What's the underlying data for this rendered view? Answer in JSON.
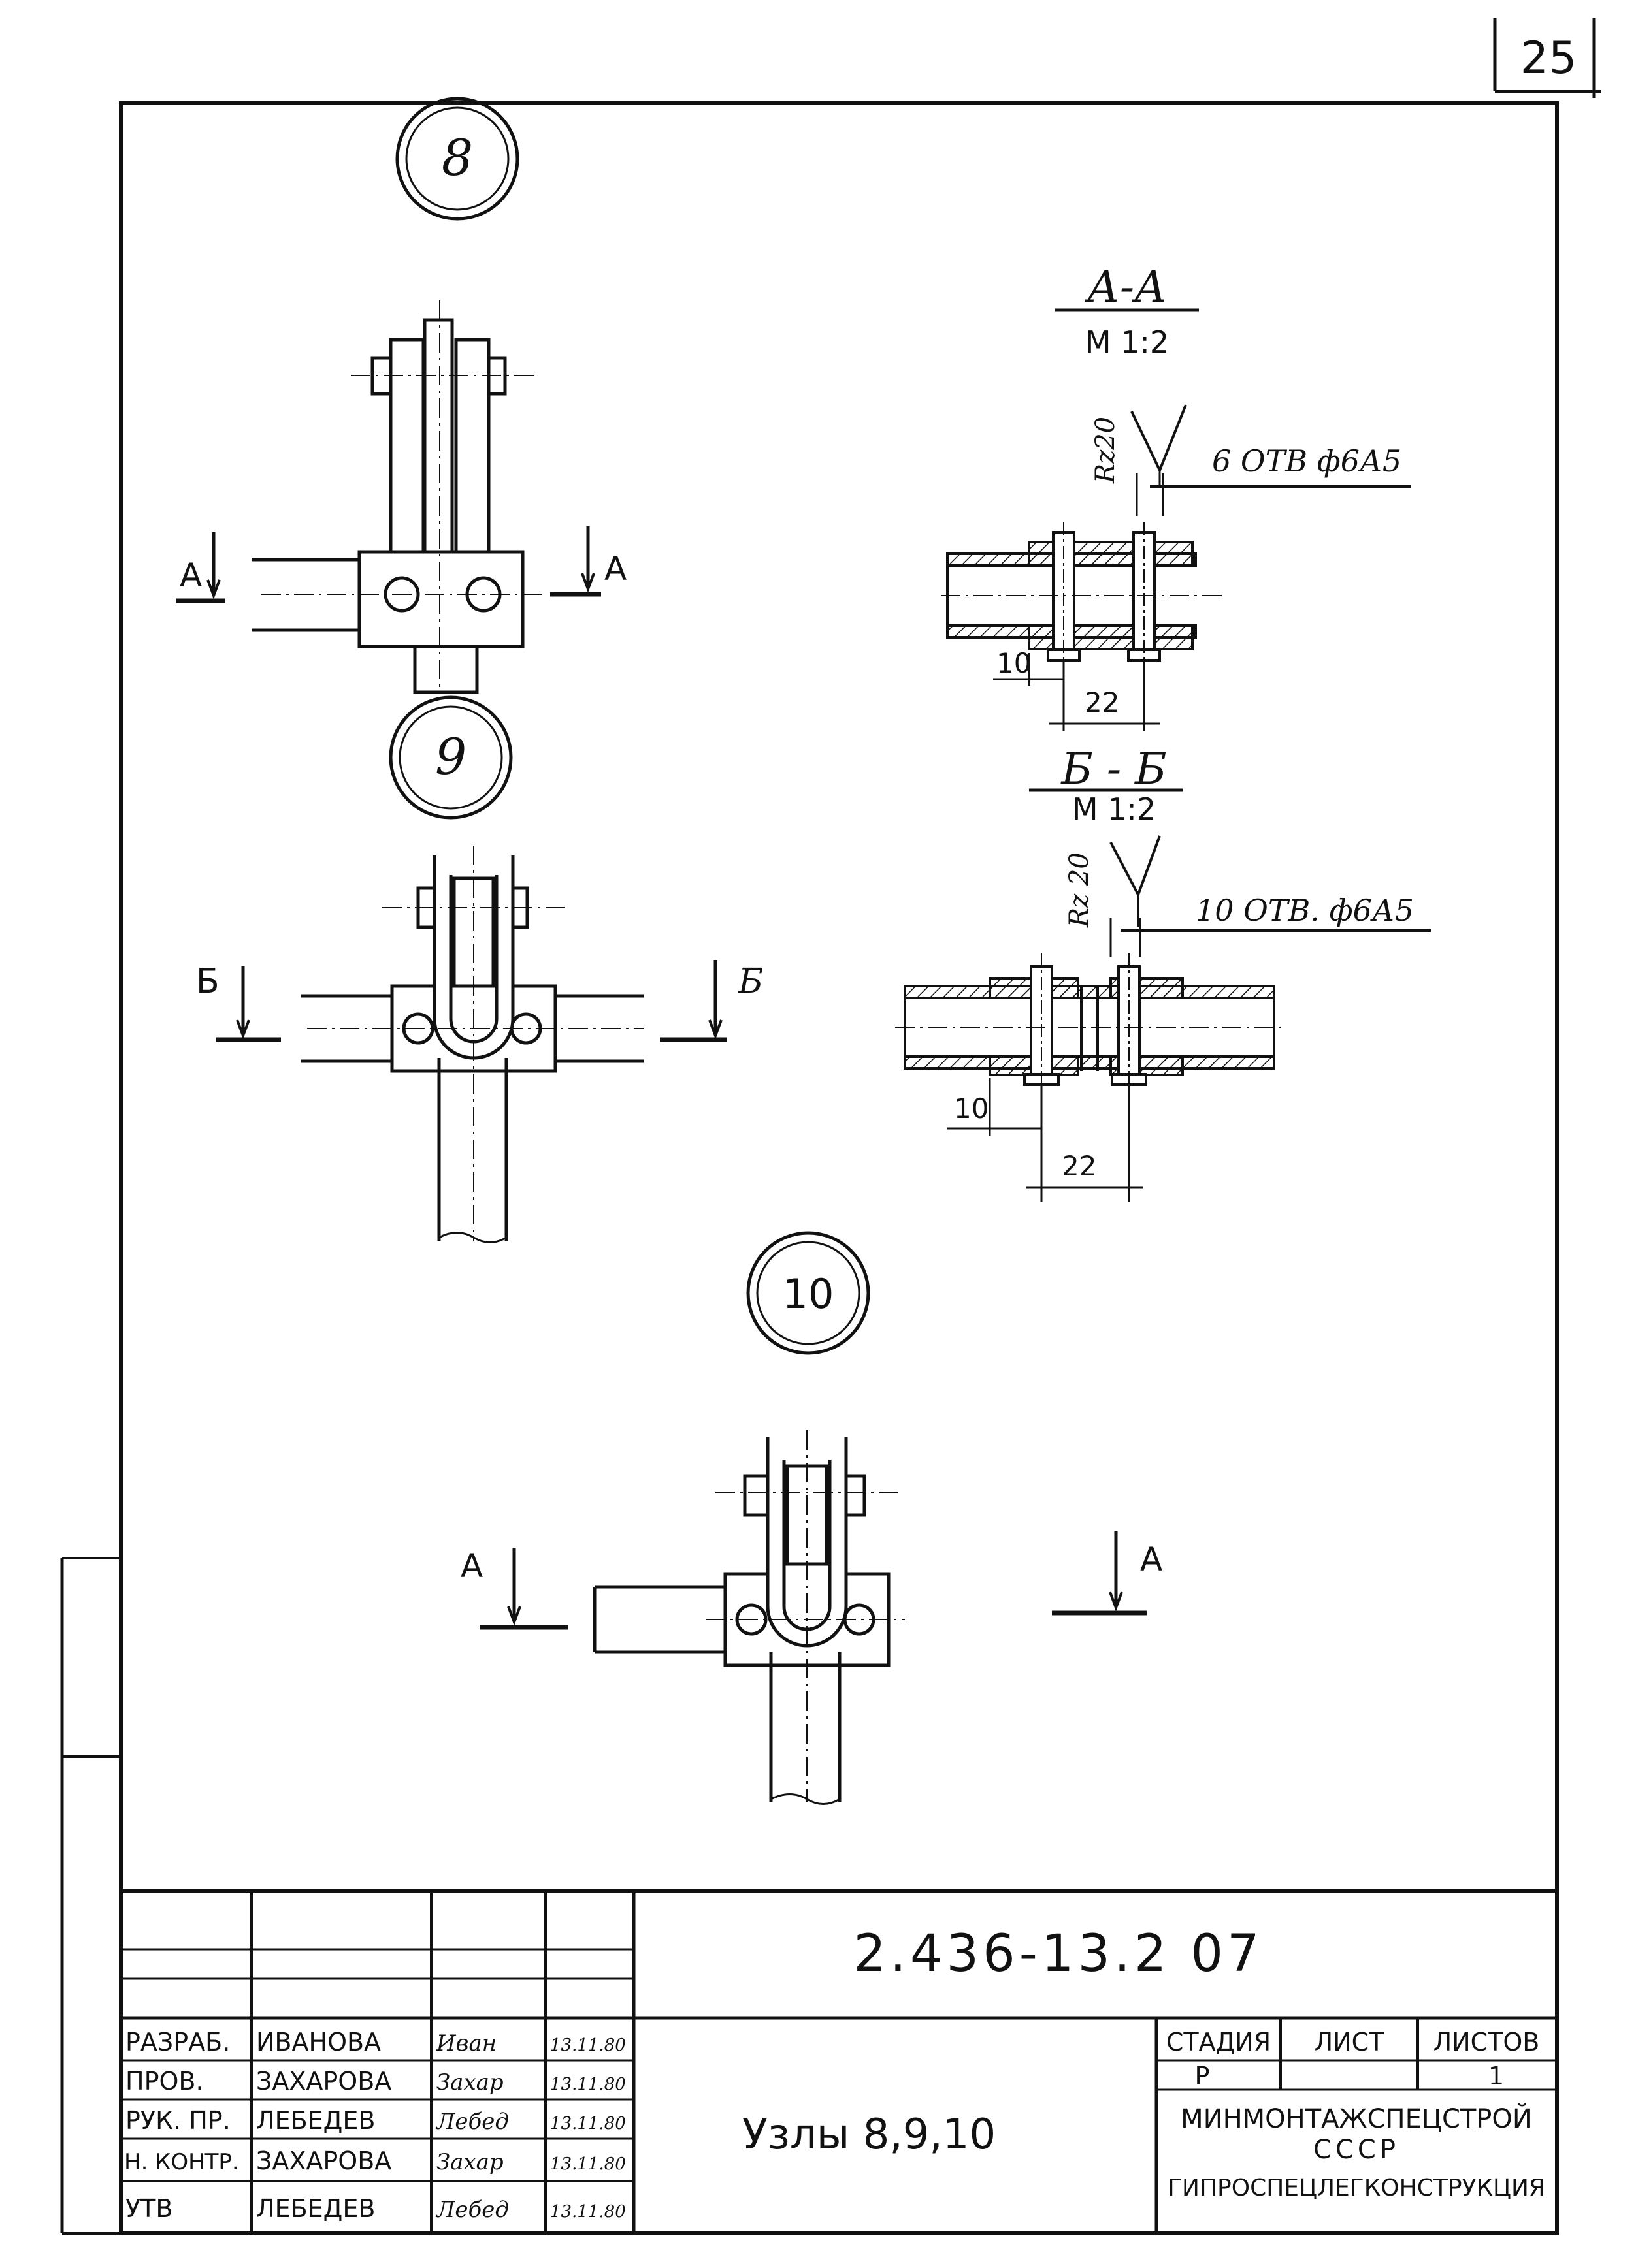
{
  "sheet_number": "25",
  "callouts": {
    "node8": "8",
    "node9": "9",
    "node10": "10"
  },
  "section_marks": {
    "a": "А",
    "b": "Б"
  },
  "section_aa": {
    "title": "А-А",
    "scale": "М 1:2",
    "roughness": "Rz20",
    "holes": "6 ОТВ ф6А5",
    "dim1": "10",
    "dim2": "22"
  },
  "section_bb": {
    "title": "Б - Б",
    "scale": "М 1:2",
    "roughness": "Rz 20",
    "holes": "10 ОТВ. ф6А5",
    "dim1": "10",
    "dim2": "22"
  },
  "title_block": {
    "document_code": "2.436-13.2 07",
    "title": "Узлы 8,9,10",
    "headers": {
      "stage": "СТАДИЯ",
      "sheet": "ЛИСТ",
      "sheets": "ЛИСТОВ"
    },
    "stage_value": "Р",
    "sheets_value": "1",
    "org_line1": "МИНМОНТАЖСПЕЦСТРОЙ",
    "org_line2": "СССР",
    "org_line3": "ГИПРОСПЕЦЛЕГКОНСТРУКЦИЯ",
    "rows": [
      {
        "role": "РАЗРАБ.",
        "name": "ИВАНОВА",
        "signature": "Иван",
        "date": "13.11.80"
      },
      {
        "role": "ПРОВ.",
        "name": "ЗАХАРОВА",
        "signature": "Захар",
        "date": "13.11.80"
      },
      {
        "role": "РУК. ПР.",
        "name": "ЛЕБЕДЕВ",
        "signature": "Лебед",
        "date": "13.11.80"
      },
      {
        "role": "Н. КОНТР.",
        "name": "ЗАХАРОВА",
        "signature": "Захар",
        "date": "13.11.80"
      },
      {
        "role": "УТВ",
        "name": "ЛЕБЕДЕВ",
        "signature": "Лебед",
        "date": "13.11.80"
      }
    ]
  }
}
